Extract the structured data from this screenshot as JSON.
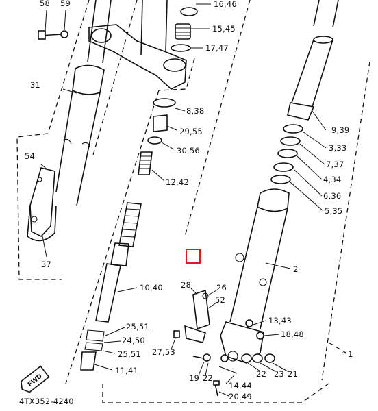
{
  "diagram": {
    "reference_code": "4TX352-4240",
    "front_badge": "FWD",
    "callouts": {
      "c58": "58",
      "c59": "59",
      "c31": "31",
      "c54": "54",
      "c37": "37",
      "c16_46": "16,46",
      "c15_45": "15,45",
      "c17_47": "17,47",
      "c8_38": "8,38",
      "c29_55": "29,55",
      "c30_56": "30,56",
      "c12_42": "12,42",
      "c10_40": "10,40",
      "c25_51a": "25,51",
      "c24_50": "24,50",
      "c25_51b": "25,51",
      "c11_41": "11,41",
      "c27_53": "27,53",
      "c28": "28",
      "c26": "26",
      "c52": "52",
      "c19": "19",
      "c22a": "22",
      "c14_44": "14,44",
      "c20_49": "20,49",
      "c22b": "22",
      "c23": "23",
      "c21": "21",
      "c13_43": "13,43",
      "c18_48": "18,48",
      "c2": "2",
      "c1": "1",
      "c9_39": "9,39",
      "c3_33": "3,33",
      "c7_37": "7,37",
      "c4_34": "4,34",
      "c6_36": "6,36",
      "c5_35": "5,35"
    }
  }
}
